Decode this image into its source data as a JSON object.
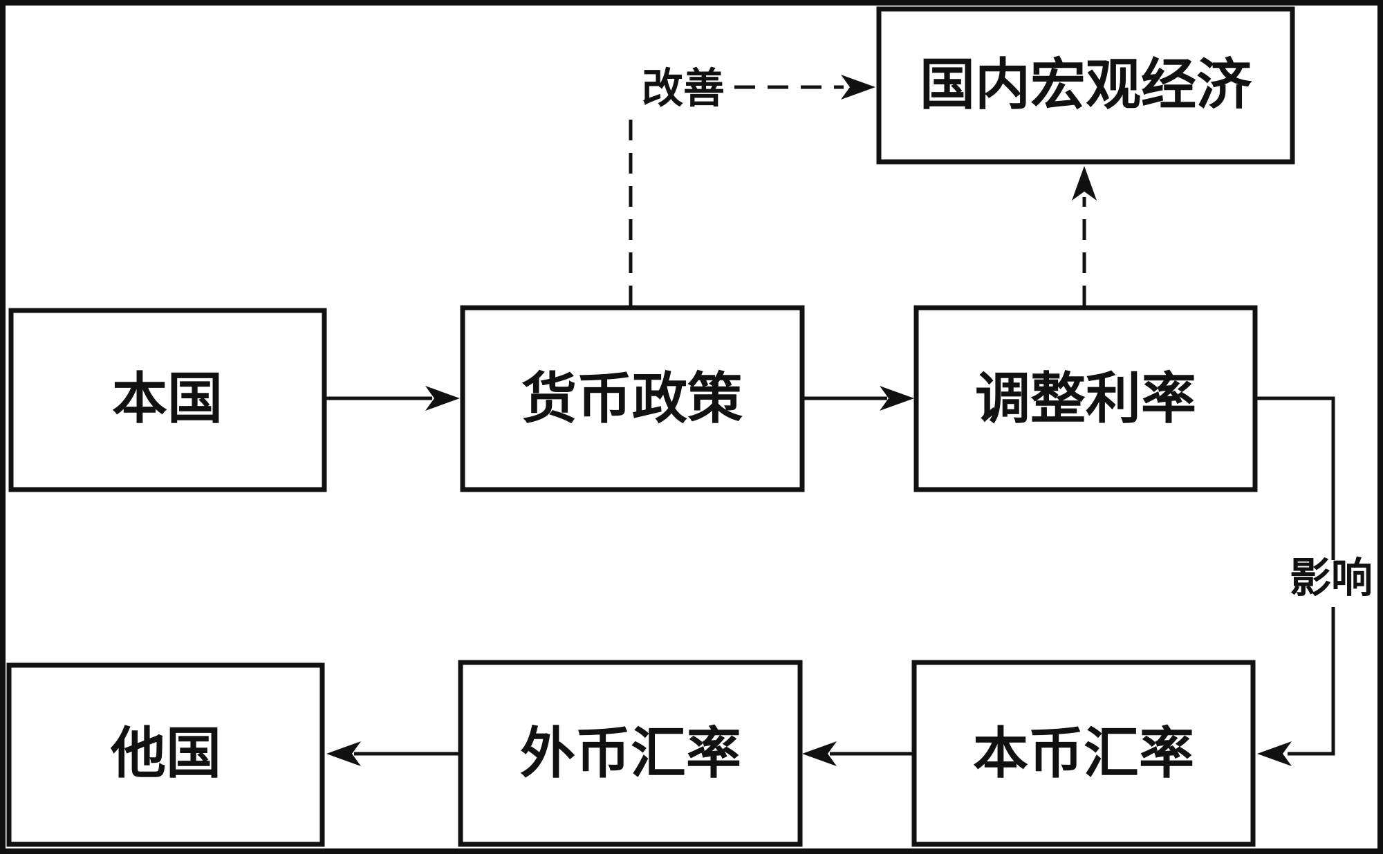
{
  "nodes": {
    "home_country": "本国",
    "monetary_policy": "货币政策",
    "interest_rate": "调整利率",
    "domestic_macro": "国内宏观经济",
    "other_country": "他国",
    "foreign_fx": "外币汇率",
    "domestic_fx": "本币汇率"
  },
  "edges": {
    "improve": "改善",
    "influence": "影响"
  },
  "colors": {
    "stroke": "#111111",
    "background": "#ffffff"
  }
}
